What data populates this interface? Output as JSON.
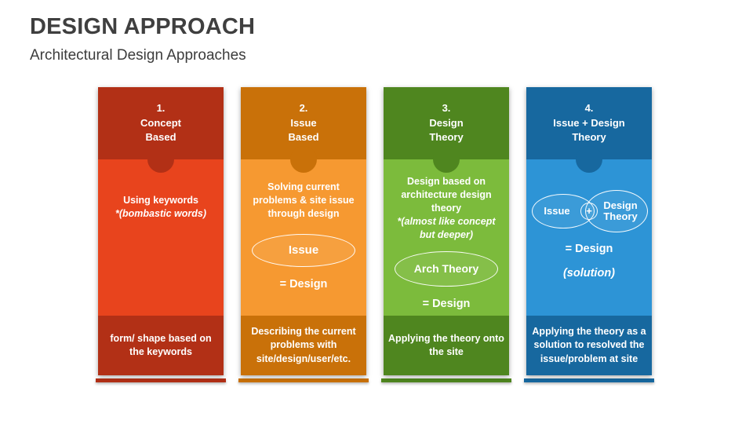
{
  "slide": {
    "title": "DESIGN APPROACH",
    "subtitle": "Architectural Design Approaches"
  },
  "cards": [
    {
      "number": "1.",
      "title_line1": "Concept",
      "title_line2": "Based",
      "colors": {
        "header": "#b23016",
        "body": "#e8441d"
      },
      "body_main": "Using keywords",
      "body_note": "*(bombastic words)",
      "footer": "form/ shape based on the keywords"
    },
    {
      "number": "2.",
      "title_line1": "Issue",
      "title_line2": "Based",
      "colors": {
        "header": "#c97109",
        "body": "#f69931"
      },
      "body_main": "Solving current problems & site issue through design",
      "ellipse_label": "Issue",
      "equals": "= Design",
      "footer": "Describing the current problems with site/design/user/etc."
    },
    {
      "number": "3.",
      "title_line1": "Design",
      "title_line2": "Theory",
      "colors": {
        "header": "#4f861f",
        "body": "#7cbb3c"
      },
      "body_main": "Design based on architecture design theory",
      "body_note": "*(almost like concept but deeper)",
      "ellipse_label": "Arch Theory",
      "equals": "= Design",
      "footer": "Applying the theory onto the site"
    },
    {
      "number": "4.",
      "title_line1": "Issue + Design",
      "title_line2": "Theory",
      "colors": {
        "header": "#17689f",
        "body": "#2d94d6"
      },
      "venn": {
        "left": "Issue",
        "plus": "+",
        "right": "Design Theory"
      },
      "equals": "= Design",
      "equals_note": "(solution)",
      "footer": "Applying the theory as a solution to resolved the issue/problem at site"
    }
  ]
}
